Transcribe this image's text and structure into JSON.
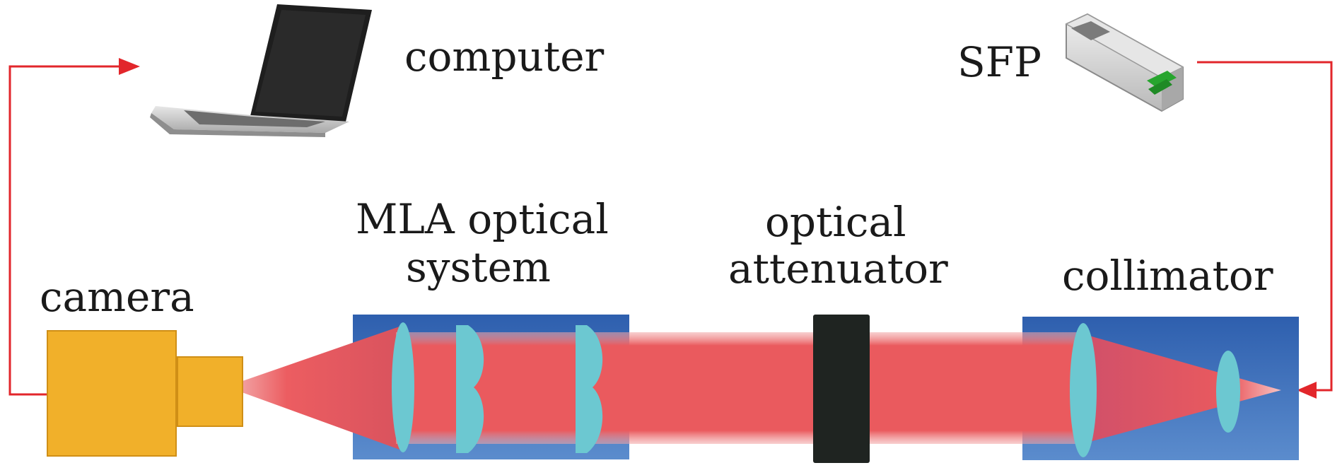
{
  "labels": {
    "computer": "computer",
    "sfp": "SFP",
    "mla_line1": "MLA optical",
    "mla_line2": "system",
    "attenuator_line1": "optical",
    "attenuator_line2": "attenuator",
    "collimator": "collimator",
    "camera": "camera"
  },
  "colors": {
    "arrow": "#e2262b",
    "beam": "#e8565b",
    "lens": "#6cc8d1",
    "optics_box": "#2f64b3",
    "camera": "#f1b02a",
    "attenuator": "#1f2421",
    "laptop_screen": "#1e1e1e",
    "laptop_body": "#c9c9c9",
    "sfp_body": "#d4d4d4",
    "sfp_port": "#27a52e"
  },
  "icons": {
    "computer": "laptop-icon",
    "sfp": "sfp-module-icon"
  }
}
